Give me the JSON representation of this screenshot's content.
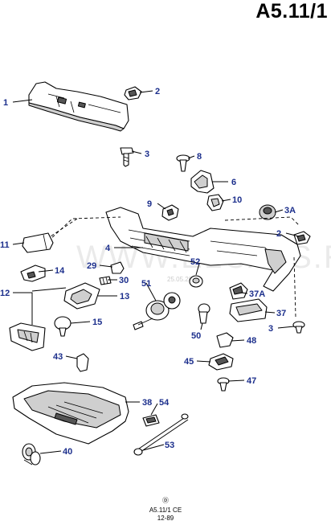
{
  "page_code": "A5.11/1",
  "footer": {
    "symbol": "Ⓓ",
    "code": "A5.11/1 CE",
    "date": "12-89"
  },
  "watermark": {
    "site": "WWW.ELCATS.RU",
    "date": "25.05.2011"
  },
  "callouts": [
    "1",
    "2",
    "3",
    "8",
    "6",
    "9",
    "10",
    "3A",
    "2",
    "11",
    "4",
    "29",
    "14",
    "52",
    "30",
    "51",
    "12",
    "13",
    "37A",
    "37",
    "15",
    "50",
    "3",
    "48",
    "45",
    "47",
    "43",
    "38",
    "54",
    "53",
    "40"
  ],
  "colors": {
    "callout": "#1c2f8c"
  }
}
